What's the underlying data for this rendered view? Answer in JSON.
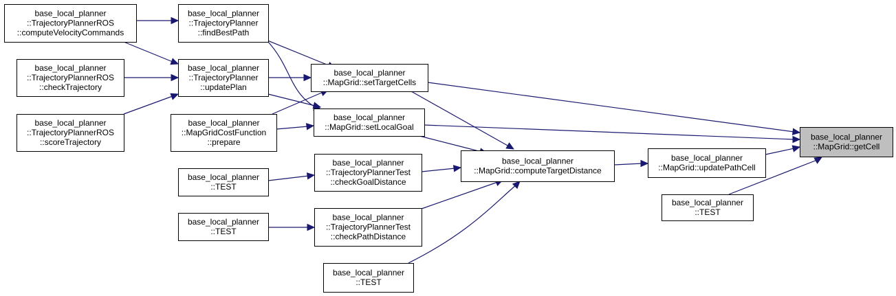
{
  "diagram": {
    "colors": {
      "edge": "#191970",
      "node_fill": "#ffffff",
      "root_fill": "#bfbfbf",
      "border": "#000000"
    },
    "nodes": {
      "ros_compute": {
        "lines": [
          "base_local_planner",
          "::TrajectoryPlannerROS",
          "::computeVelocityCommands"
        ]
      },
      "ros_check": {
        "lines": [
          "base_local_planner",
          "::TrajectoryPlannerROS",
          "::checkTrajectory"
        ]
      },
      "ros_score": {
        "lines": [
          "base_local_planner",
          "::TrajectoryPlannerROS",
          "::scoreTrajectory"
        ]
      },
      "tp_findbest": {
        "lines": [
          "base_local_planner",
          "::TrajectoryPlanner",
          "::findBestPath"
        ]
      },
      "tp_update": {
        "lines": [
          "base_local_planner",
          "::TrajectoryPlanner",
          "::updatePlan"
        ]
      },
      "mgcf_prepare": {
        "lines": [
          "base_local_planner",
          "::MapGridCostFunction",
          "::prepare"
        ]
      },
      "test_a": {
        "lines": [
          "base_local_planner",
          "::TEST"
        ]
      },
      "test_b": {
        "lines": [
          "base_local_planner",
          "::TEST"
        ]
      },
      "test_c": {
        "lines": [
          "base_local_planner",
          "::TEST"
        ]
      },
      "tpt_goal": {
        "lines": [
          "base_local_planner",
          "::TrajectoryPlannerTest",
          "::checkGoalDistance"
        ]
      },
      "tpt_path": {
        "lines": [
          "base_local_planner",
          "::TrajectoryPlannerTest",
          "::checkPathDistance"
        ]
      },
      "mg_settarget": {
        "lines": [
          "base_local_planner",
          "::MapGrid::setTargetCells"
        ]
      },
      "mg_setlocal": {
        "lines": [
          "base_local_planner",
          "::MapGrid::setLocalGoal"
        ]
      },
      "mg_compute": {
        "lines": [
          "base_local_planner",
          "::MapGrid::computeTargetDistance"
        ]
      },
      "mg_updatepath": {
        "lines": [
          "base_local_planner",
          "::MapGrid::updatePathCell"
        ]
      },
      "test_d": {
        "lines": [
          "base_local_planner",
          "::TEST"
        ]
      },
      "mg_getcell": {
        "lines": [
          "base_local_planner",
          "::MapGrid::getCell"
        ]
      }
    },
    "edges": [
      {
        "from": "tp_findbest",
        "to": "ros_compute"
      },
      {
        "from": "tp_update",
        "to": "ros_compute"
      },
      {
        "from": "tp_update",
        "to": "ros_check"
      },
      {
        "from": "tp_update",
        "to": "ros_score"
      },
      {
        "from": "mg_settarget",
        "to": "tp_findbest"
      },
      {
        "from": "mg_settarget",
        "to": "tp_update"
      },
      {
        "from": "mg_settarget",
        "to": "mgcf_prepare"
      },
      {
        "from": "mg_setlocal",
        "to": "tp_findbest"
      },
      {
        "from": "mg_setlocal",
        "to": "tp_update"
      },
      {
        "from": "mg_setlocal",
        "to": "mgcf_prepare"
      },
      {
        "from": "mg_compute",
        "to": "mg_settarget"
      },
      {
        "from": "mg_compute",
        "to": "mg_setlocal"
      },
      {
        "from": "mg_compute",
        "to": "tpt_goal"
      },
      {
        "from": "mg_compute",
        "to": "tpt_path"
      },
      {
        "from": "mg_compute",
        "to": "test_c"
      },
      {
        "from": "tpt_goal",
        "to": "test_a"
      },
      {
        "from": "tpt_path",
        "to": "test_b"
      },
      {
        "from": "mg_updatepath",
        "to": "mg_compute"
      },
      {
        "from": "mg_getcell",
        "to": "mg_settarget"
      },
      {
        "from": "mg_getcell",
        "to": "mg_setlocal"
      },
      {
        "from": "mg_getcell",
        "to": "mg_updatepath"
      },
      {
        "from": "mg_getcell",
        "to": "test_d"
      }
    ]
  }
}
